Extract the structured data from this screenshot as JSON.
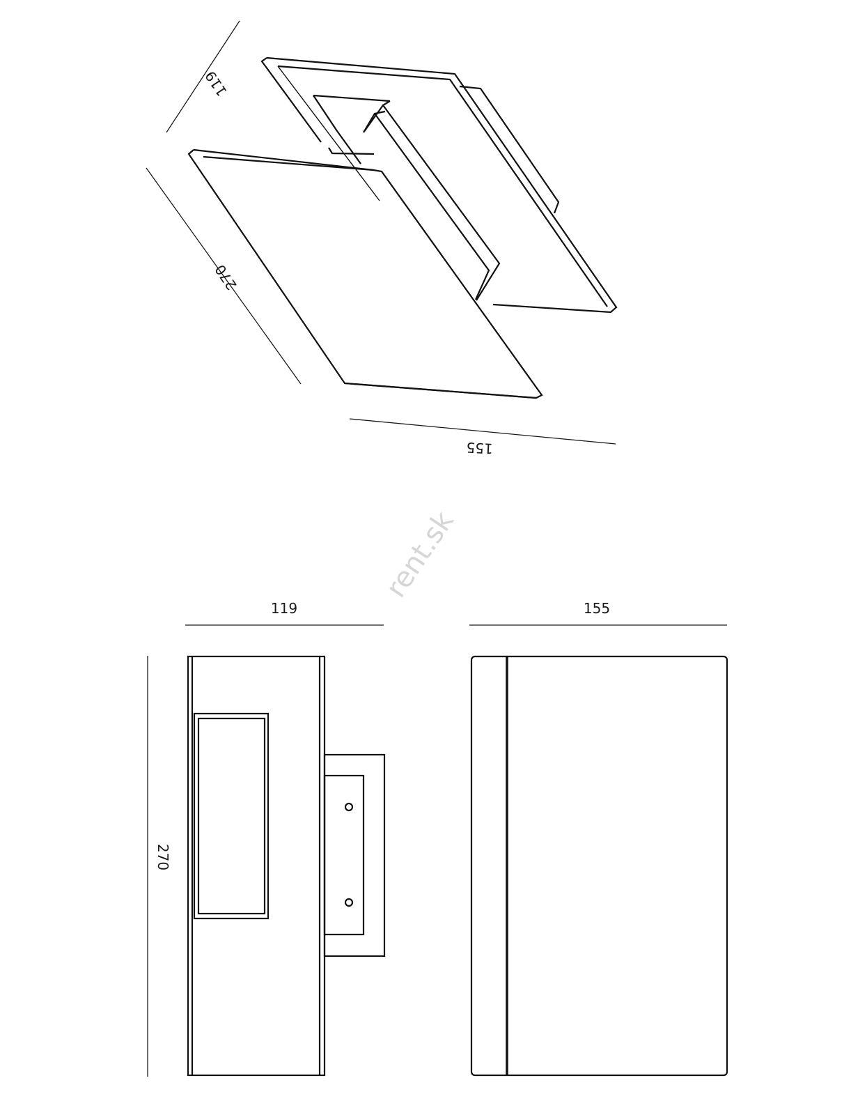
{
  "dimensions": {
    "iso_depth": "119",
    "iso_height": "270",
    "iso_width": "155",
    "side_width": "119",
    "front_width": "155",
    "side_height": "270"
  },
  "watermark": "rent.sk",
  "colors": {
    "line": "#111111",
    "watermark": "#d6d6d6"
  }
}
